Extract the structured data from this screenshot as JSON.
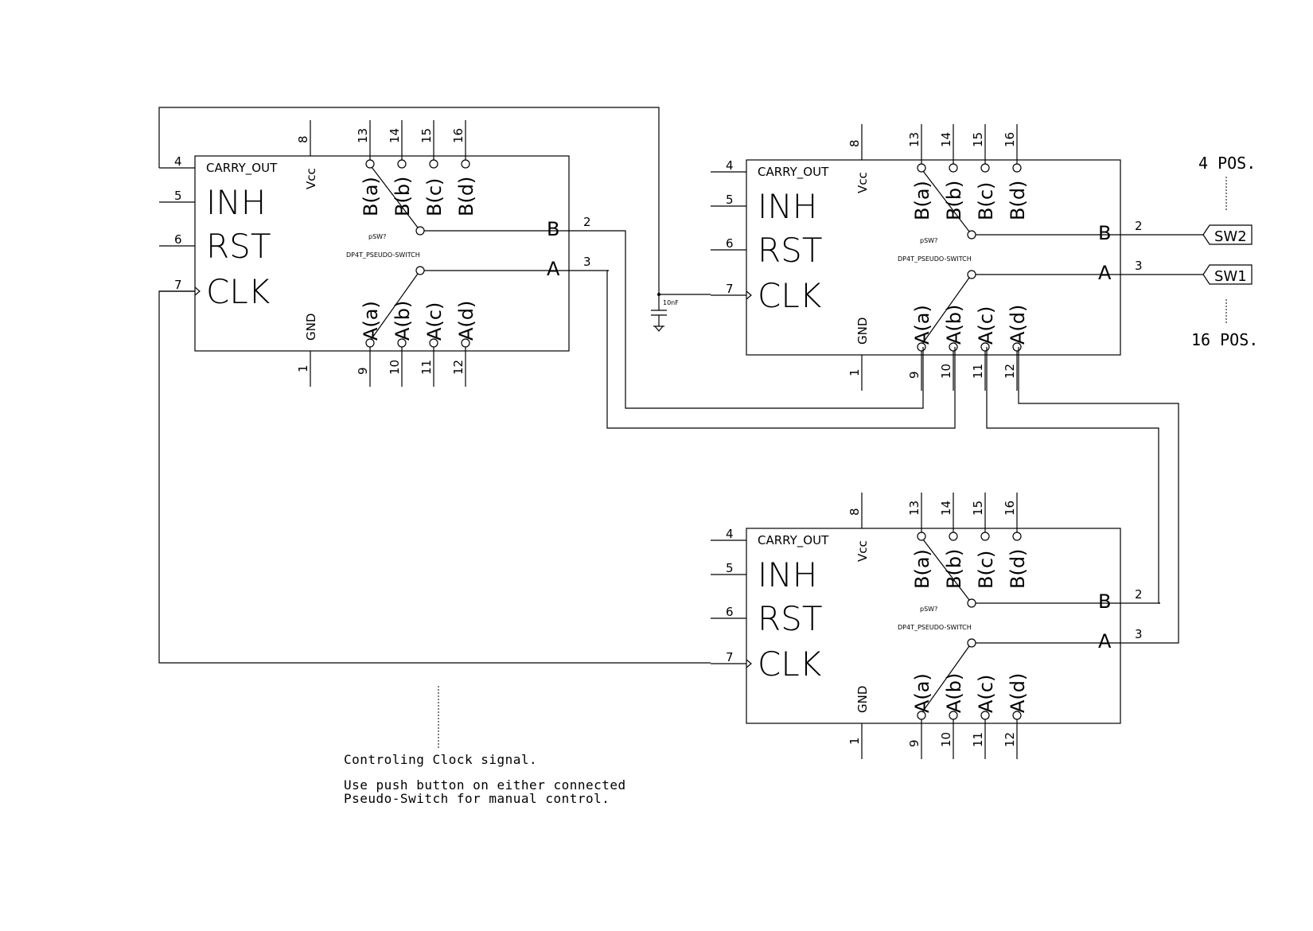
{
  "switch": {
    "carry_out": "CARRY_OUT",
    "inh": "INH",
    "rst": "RST",
    "clk": "CLK",
    "vcc": "Vcc",
    "gnd": "GND",
    "ref": "pSW?",
    "value": "DP4T_PSEUDO-SWITCH",
    "out_b": "B",
    "out_a": "A",
    "b_pins": [
      "B(a)",
      "B(b)",
      "B(c)",
      "B(d)"
    ],
    "a_pins": [
      "A(a)",
      "A(b)",
      "A(c)",
      "A(d)"
    ],
    "pin_numbers": {
      "carry_out": "4",
      "inh": "5",
      "rst": "6",
      "clk": "7",
      "vcc": "8",
      "gnd": "1",
      "out_b": "2",
      "out_a": "3",
      "b": [
        "13",
        "14",
        "15",
        "16"
      ],
      "a": [
        "9",
        "10",
        "11",
        "12"
      ]
    }
  },
  "capacitor": {
    "value": "10nF"
  },
  "labels": {
    "sw2": "SW2",
    "sw1": "SW1"
  },
  "notes": {
    "pos4": "4 POS.",
    "pos16": "16 POS.",
    "clock_title": "Controling Clock signal.",
    "clock_line1": "Use push button on either connected",
    "clock_line2": "Pseudo-Switch for manual control."
  }
}
